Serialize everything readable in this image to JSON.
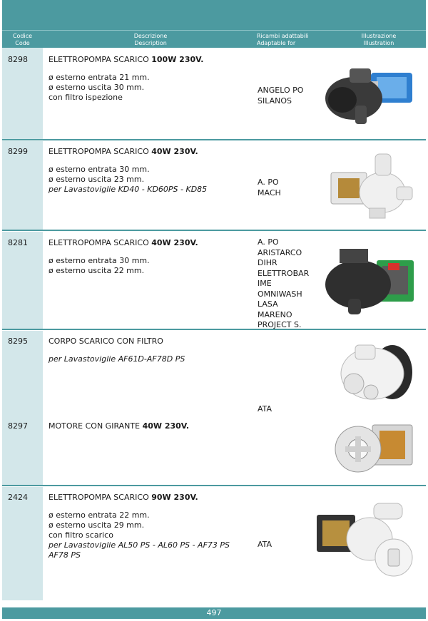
{
  "header": {
    "code": "Codice",
    "code_en": "Code",
    "desc": "Descrizione",
    "desc_en": "Description",
    "adapt": "Ricambi adattabili",
    "adapt_en": "Adaptable for",
    "ill": "Illustrazione",
    "ill_en": "Illustration"
  },
  "items": [
    {
      "code": "8298",
      "title_prefix": "ELETTROPOMPA SCARICO ",
      "title_bold": "100W 230V.",
      "lines": [
        "ø esterno entrata 21 mm.",
        "ø esterno uscita 30 mm.",
        "con filtro ispezione"
      ],
      "italic": "",
      "adaptable": [
        "ANGELO PO",
        "SILANOS"
      ],
      "image": "drain-pump-icon"
    },
    {
      "code": "8299",
      "title_prefix": "ELETTROPOMPA SCARICO ",
      "title_bold": "40W 230V.",
      "lines": [
        "ø esterno entrata 30 mm.",
        "ø esterno uscita 23 mm."
      ],
      "italic": "per Lavastoviglie KD40 - KD60PS - KD85",
      "adaptable": [
        "A. PO",
        "MACH"
      ],
      "image": "drain-pump-icon"
    },
    {
      "code": "8281",
      "title_prefix": "ELETTROPOMPA SCARICO ",
      "title_bold": "40W 230V.",
      "lines": [
        "ø esterno entrata 30 mm.",
        "ø esterno uscita 22 mm."
      ],
      "italic": "",
      "adaptable": [
        "A. PO",
        "ARISTARCO",
        "DIHR",
        "ELETTROBAR",
        "IME",
        "OMNIWASH",
        "LASA",
        "MARENO",
        "PROJECT S."
      ],
      "image": "drain-pump-icon"
    },
    {
      "code": "8295",
      "title_prefix": "CORPO SCARICO CON FILTRO",
      "title_bold": "",
      "lines": [],
      "italic": "per Lavastoviglie AF61D-AF78D PS",
      "adaptable": [],
      "image": "drain-body-filter-icon"
    },
    {
      "code": "8297",
      "title_prefix": "MOTORE CON GIRANTE ",
      "title_bold": "40W 230V.",
      "lines": [],
      "italic": "",
      "adaptable": [
        "ATA"
      ],
      "image": "motor-impeller-icon"
    },
    {
      "code": "2424",
      "title_prefix": "ELETTROPOMPA SCARICO ",
      "title_bold": "90W 230V.",
      "lines": [
        "ø esterno entrata 22 mm.",
        "ø esterno uscita 29 mm.",
        "con filtro scarico"
      ],
      "italic": "per Lavastoviglie AL50 PS - AL60 PS - AF73 PS AF78 PS",
      "adaptable": [
        "ATA"
      ],
      "image": "drain-pump-icon"
    }
  ],
  "footer": {
    "page": "497"
  },
  "colors": {
    "accent": "#4c9aa0",
    "left_column": "#d3e7ea"
  }
}
